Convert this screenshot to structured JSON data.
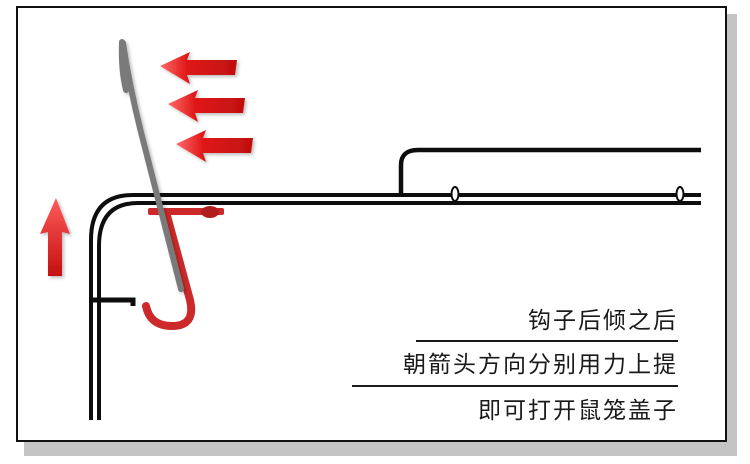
{
  "captions": {
    "line1": "钩子后倾之后",
    "line2": "朝箭头方向分别用力上提",
    "line3": "即可打开鼠笼盖子"
  },
  "colors": {
    "wire": "#0d0d0d",
    "arrow_red": "#e01818",
    "hook": "#cc2a2a",
    "tool": "#7a7a7a"
  },
  "icons": [
    "left-arrow-icon",
    "up-arrow-icon",
    "hook-icon"
  ]
}
